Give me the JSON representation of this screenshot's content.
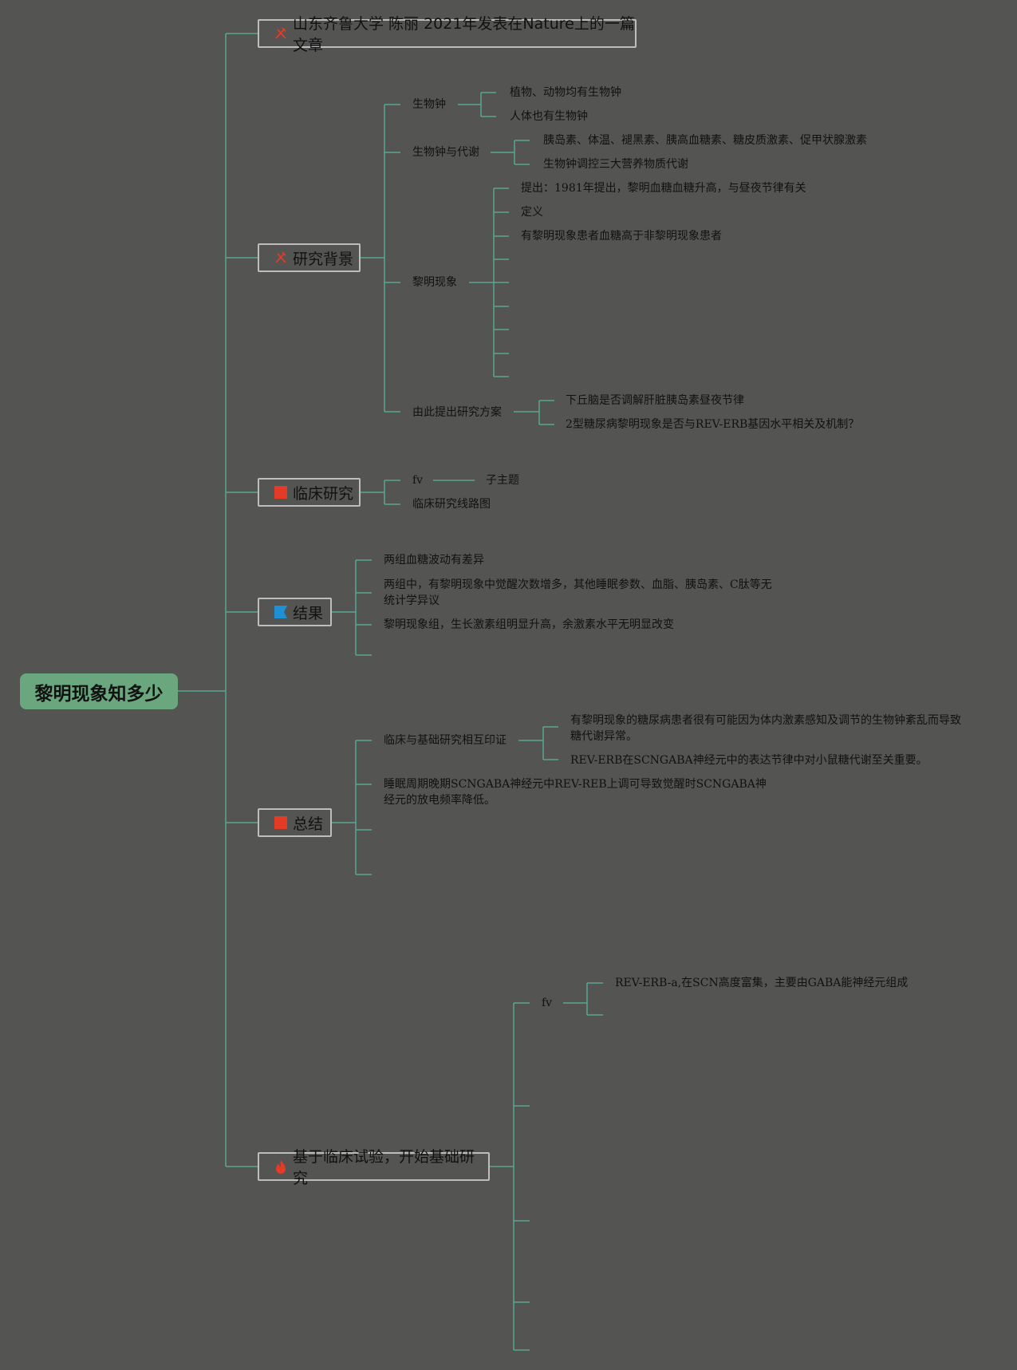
{
  "root": {
    "label": "黎明现象知多少"
  },
  "colors": {
    "background": "#545553",
    "connector": "#5aa592",
    "root_fill": "#6aa77e",
    "icon_red": "#e23b26",
    "icon_blue": "#1e90d6"
  },
  "topics": [
    {
      "label": "山东齐鲁大学 陈丽 2021年发表在Nature上的一篇文章",
      "icon": "tools-icon"
    },
    {
      "label": "研究背景",
      "icon": "tools-icon"
    },
    {
      "label": "临床研究",
      "icon": "red-flag-icon"
    },
    {
      "label": "结果",
      "icon": "blue-flag-icon"
    },
    {
      "label": "总结",
      "icon": "red-flag-icon"
    },
    {
      "label": "基于临床试验，开始基础研究",
      "icon": "fire-icon"
    }
  ],
  "nodes": {
    "bg": {
      "biological_clock": "生物钟",
      "bc_plants_animals": "植物、动物均有生物钟",
      "bc_humans": "人体也有生物钟",
      "clock_metabolism": "生物钟与代谢",
      "cm_hormones": "胰岛素、体温、褪黑素、胰高血糖素、糖皮质激素、促甲状腺激素",
      "cm_regulates": "生物钟调控三大营养物质代谢",
      "dawn": "黎明现象",
      "dawn_proposed": "提出：1981年提出，黎明血糖血糖升高，与昼夜节律有关",
      "dawn_definition": "定义",
      "dawn_patients": "有黎明现象患者血糖高于非黎明现象患者",
      "plan": "由此提出研究方案",
      "plan_1": "下丘脑是否调解肝脏胰岛素昼夜节律",
      "plan_2": "2型糖尿病黎明现象是否与REV-ERB基因水平相关及机制？"
    },
    "clinical": {
      "fv": "fv",
      "subtopic": "子主题",
      "roadmap": "临床研究线路图"
    },
    "results": {
      "r1": "两组血糖波动有差异",
      "r2": "两组中，有黎明现象中觉醒次数增多，其他睡眠参数、血脂、胰岛素、C肽等无统计学异议",
      "r3": "黎明现象组，生长激素组明显升高，余激素水平无明显改变"
    },
    "summary": {
      "s1": "临床与基础研究相互印证",
      "s1a": "有黎明现象的糖尿病患者很有可能因为体内激素感知及调节的生物钟紊乱而导致糖代谢异常。",
      "s1b": "REV-ERB在SCNGABA神经元中的表达节律中对小鼠糖代谢至关重要。",
      "s2": "睡眠周期晚期SCNGABA神经元中REV-REB上调可导致觉醒时SCNGABA神经元的放电频率降低。"
    },
    "basic": {
      "fv": "fv",
      "fv_a": "REV-ERB-a,在SCN高度富集，主要由GABA能神经元组成"
    }
  }
}
